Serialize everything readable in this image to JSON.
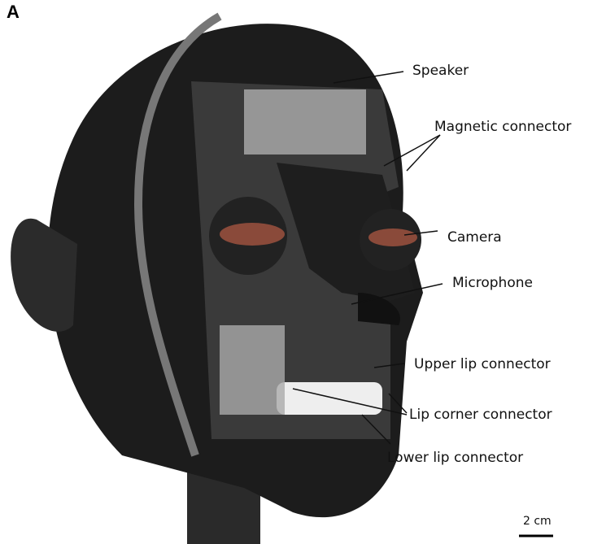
{
  "panel_label": "A",
  "labels": {
    "speaker": "Speaker",
    "magnetic_connector": "Magnetic connector",
    "camera": "Camera",
    "microphone": "Microphone",
    "upper_lip_connector": "Upper lip connector",
    "lip_corner_connector": "Lip corner connector",
    "lower_lip_connector": "Lower lip connector"
  },
  "scale_bar": "2 cm"
}
